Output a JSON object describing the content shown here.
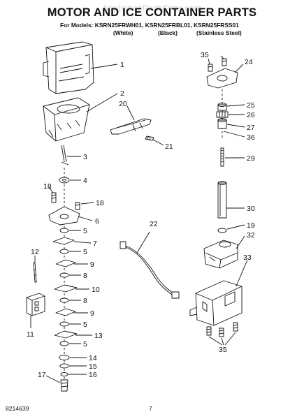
{
  "watermark": "AppliancePartsPros.com",
  "title": "MOTOR AND ICE CONTAINER PARTS",
  "models_line": "For Models: KSRN25FRWH01, KSRN25FRBL01, KSRN25FRSS01",
  "variants": [
    "(White)",
    "(Black)",
    "(Stainless Steel)"
  ],
  "footer_id": "8214639",
  "page_number": "7",
  "callouts": {
    "c1": "1",
    "c2": "2",
    "c3": "3",
    "c4": "4",
    "c5a": "5",
    "c5b": "5",
    "c5c": "5",
    "c5d": "5",
    "c6": "6",
    "c7": "7",
    "c8a": "8",
    "c8b": "8",
    "c9a": "9",
    "c9b": "9",
    "c10": "10",
    "c11": "11",
    "c12": "12",
    "c13": "13",
    "c14": "14",
    "c15": "15",
    "c16": "16",
    "c17": "17",
    "c18a": "18",
    "c18b": "18",
    "c19": "19",
    "c20": "20",
    "c21": "21",
    "c22": "22",
    "c24": "24",
    "c25": "25",
    "c26": "26",
    "c27": "27",
    "c29": "29",
    "c30": "30",
    "c32": "32",
    "c33": "33",
    "c35a": "35",
    "c35b": "35",
    "c36": "36"
  }
}
